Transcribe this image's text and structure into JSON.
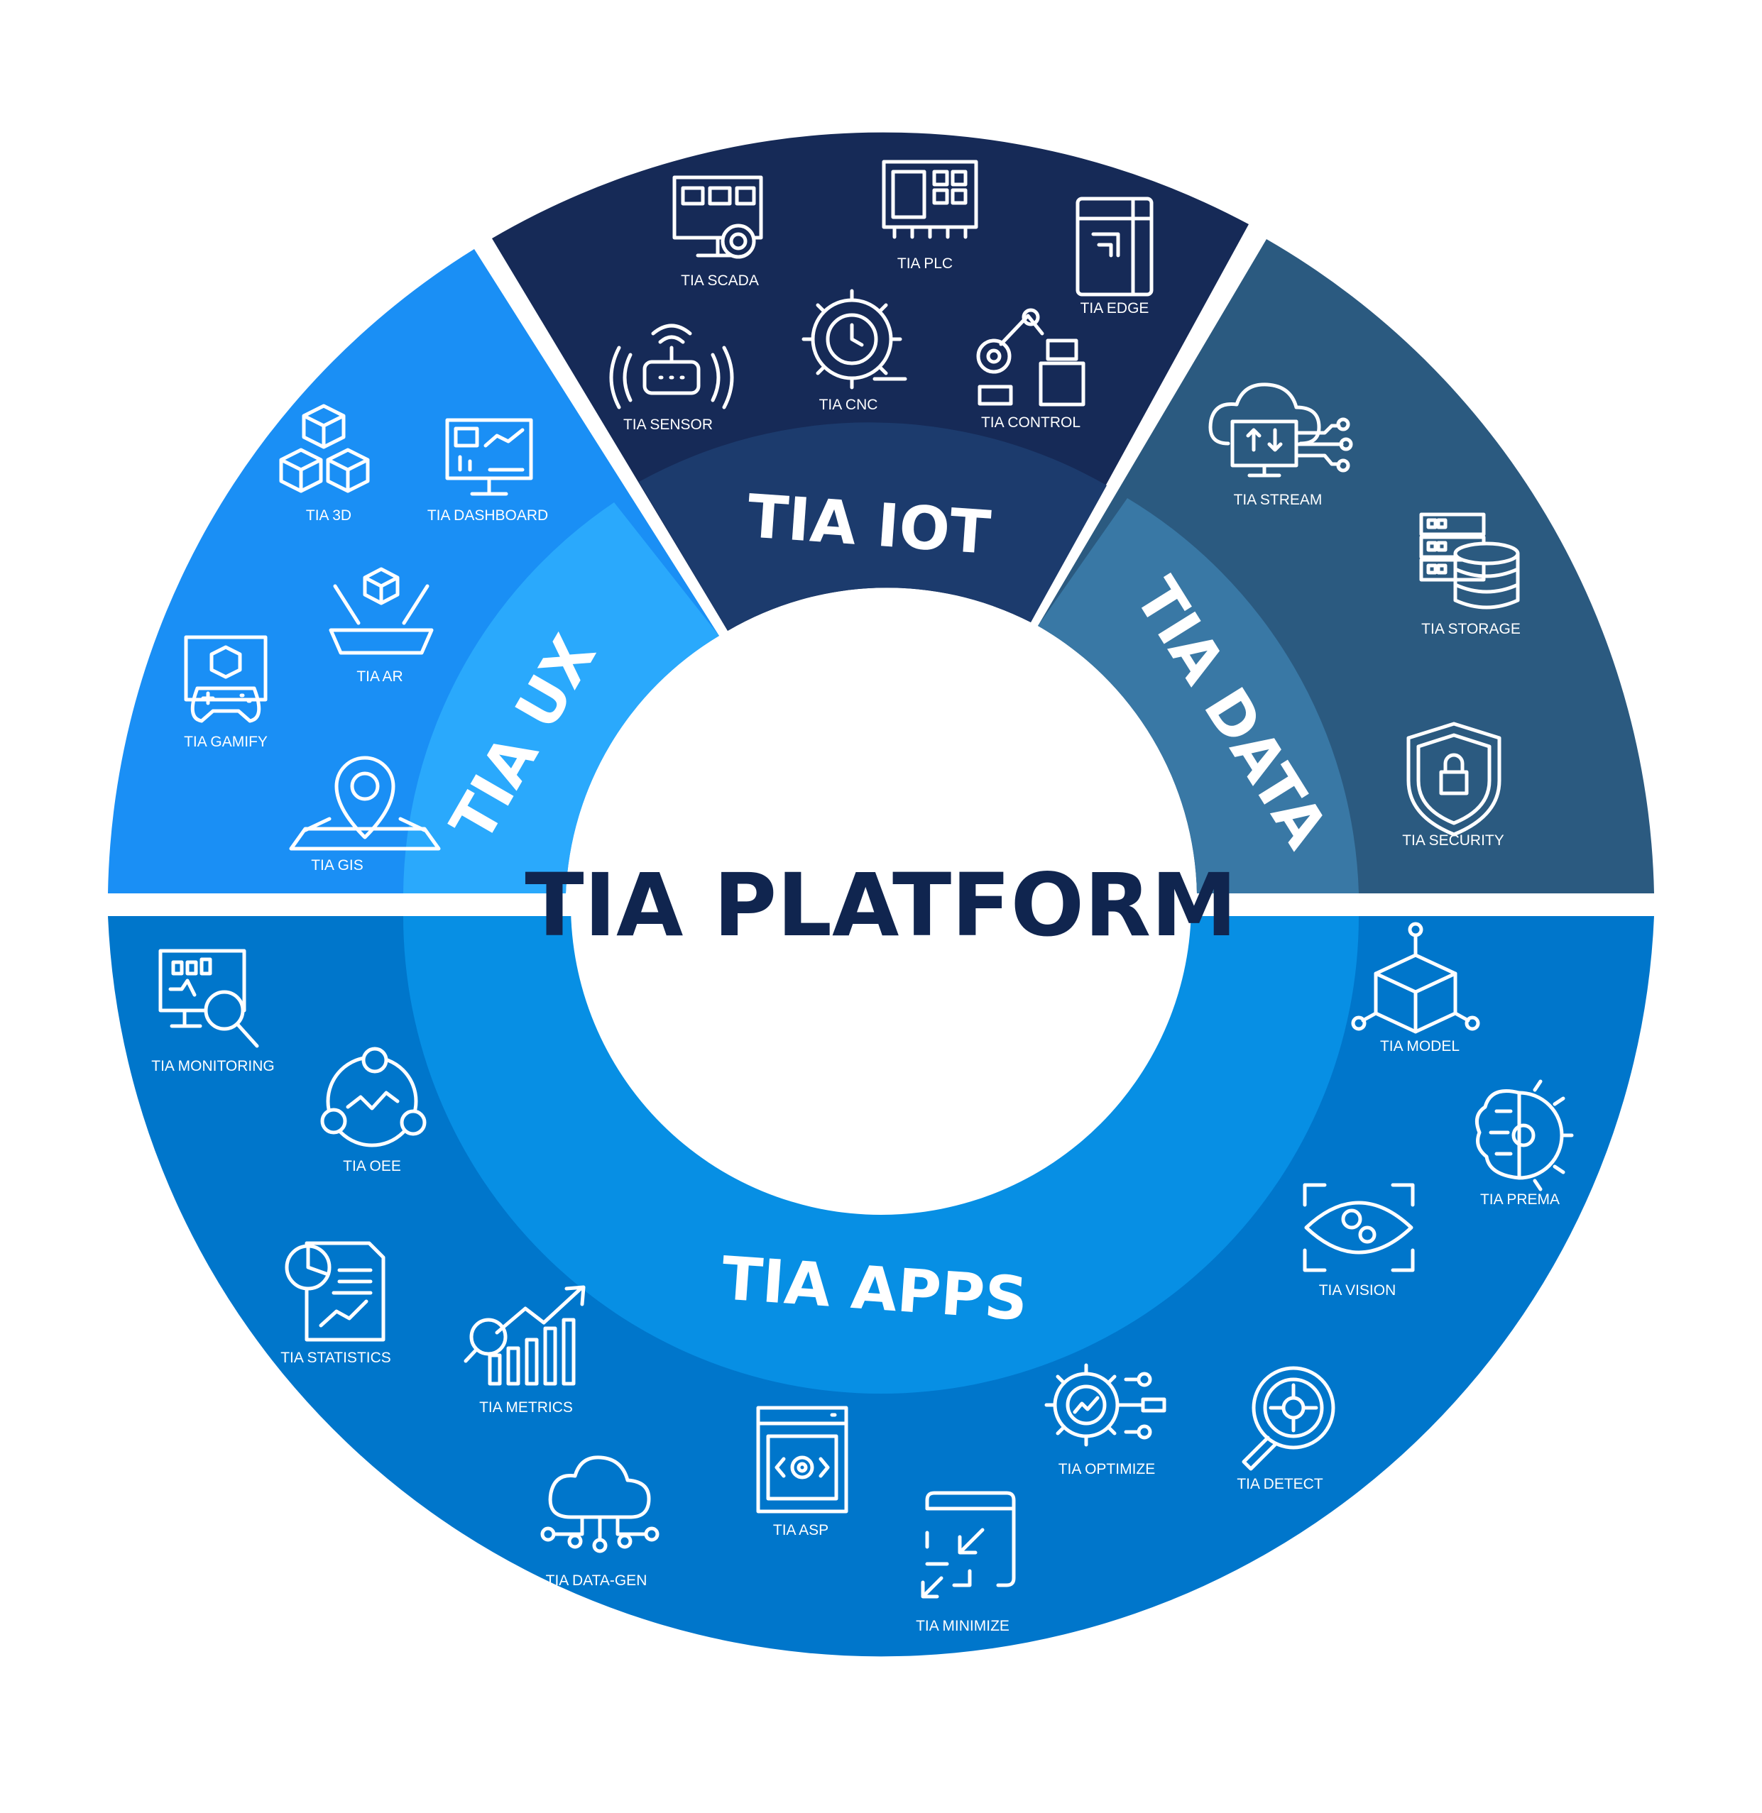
{
  "center_title": "TIA PLATFORM",
  "colors": {
    "ux_outer": "#1a8ff5",
    "ux_inner": "#2aa9fc",
    "iot_outer": "#162a57",
    "iot_inner": "#1c3b6d",
    "data_outer": "#2b5a80",
    "data_inner": "#3978a5",
    "apps_outer": "#0076cb",
    "apps_inner": "#078fe4",
    "center": "#ffffff",
    "title": "#10254f"
  },
  "sections": {
    "iot": {
      "label": "TIA IOT",
      "items": [
        {
          "label": "TIA SCADA",
          "icon": "scada-monitor-gear-icon"
        },
        {
          "label": "TIA PLC",
          "icon": "plc-module-icon"
        },
        {
          "label": "TIA EDGE",
          "icon": "edge-cabinet-icon"
        },
        {
          "label": "TIA SENSOR",
          "icon": "wireless-sensor-icon"
        },
        {
          "label": "TIA CNC",
          "icon": "cnc-gear-clock-icon"
        },
        {
          "label": "TIA CONTROL",
          "icon": "robot-arm-icon"
        }
      ]
    },
    "ux": {
      "label": "TIA UX",
      "items": [
        {
          "label": "TIA 3D",
          "icon": "stacked-cubes-icon"
        },
        {
          "label": "TIA DASHBOARD",
          "icon": "dashboard-monitor-icon"
        },
        {
          "label": "TIA AR",
          "icon": "ar-hologram-icon"
        },
        {
          "label": "TIA GAMIFY",
          "icon": "gamepad-screen-icon"
        },
        {
          "label": "TIA GIS",
          "icon": "map-pin-icon"
        }
      ]
    },
    "data": {
      "label": "TIA DATA",
      "items": [
        {
          "label": "TIA STREAM",
          "icon": "cloud-stream-icon"
        },
        {
          "label": "TIA STORAGE",
          "icon": "server-database-icon"
        },
        {
          "label": "TIA SECURITY",
          "icon": "shield-lock-icon"
        }
      ]
    },
    "apps": {
      "label": "TIA APPS",
      "items": [
        {
          "label": "TIA MONITORING",
          "icon": "monitor-magnifier-icon"
        },
        {
          "label": "TIA OEE",
          "icon": "oee-cycle-icon"
        },
        {
          "label": "TIA STATISTICS",
          "icon": "statistics-report-icon"
        },
        {
          "label": "TIA METRICS",
          "icon": "metrics-chart-icon"
        },
        {
          "label": "TIA DATA-GEN",
          "icon": "cloud-network-icon"
        },
        {
          "label": "TIA ASP",
          "icon": "code-file-icon"
        },
        {
          "label": "TIA MINIMIZE",
          "icon": "minimize-window-icon"
        },
        {
          "label": "TIA OPTIMIZE",
          "icon": "optimize-gear-icon"
        },
        {
          "label": "TIA DETECT",
          "icon": "target-magnifier-icon"
        },
        {
          "label": "TIA VISION",
          "icon": "vision-eye-icon"
        },
        {
          "label": "TIA PREMA",
          "icon": "brain-gear-icon"
        },
        {
          "label": "TIA MODEL",
          "icon": "model-cube-icon"
        }
      ]
    }
  }
}
